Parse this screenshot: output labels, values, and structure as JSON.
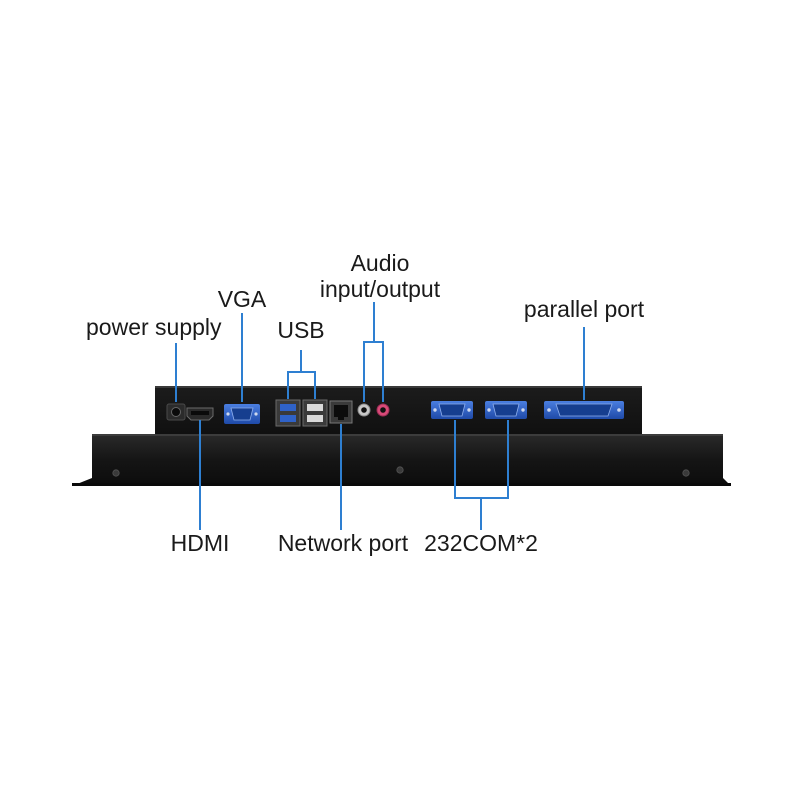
{
  "labels": {
    "audio_line1": "Audio",
    "audio_line2": "input/output",
    "vga": "VGA",
    "power_supply": "power supply",
    "usb": "USB",
    "parallel_port": "parallel port",
    "hdmi": "HDMI",
    "network_port": "Network port",
    "com": "232COM*2"
  },
  "colors": {
    "leader_line": "#2e7fd1",
    "panel_body": "#151515",
    "port_body": "#262626",
    "connector_blue": "#2f62c8",
    "audio_mic": "#d84a78",
    "audio_out": "#c8d83a",
    "background": "#ffffff"
  }
}
